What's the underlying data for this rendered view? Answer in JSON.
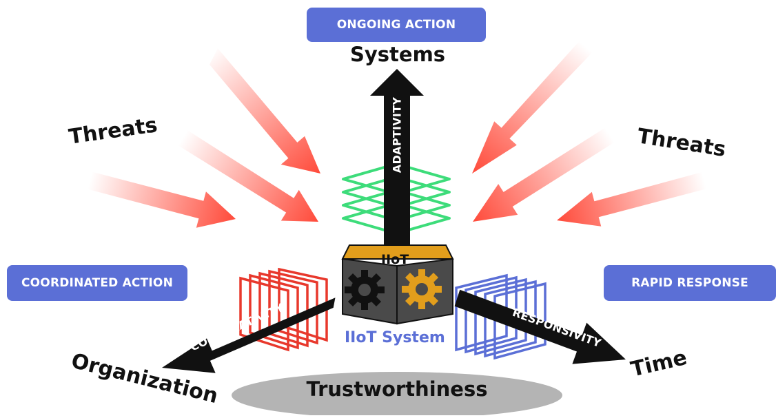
{
  "actions": {
    "top": "ONGOING ACTION",
    "left": "COORDINATED ACTION",
    "right": "RAPID RESPONSE"
  },
  "dimensions": {
    "systems": "Systems",
    "organization": "Organization",
    "time": "Time"
  },
  "arrows": {
    "up": "ADAPTIVITY",
    "left": "COOPERATIVITY",
    "right": "RESPONSIVITY"
  },
  "threats": {
    "left": "Threats",
    "right": "Threats"
  },
  "cube": {
    "top_label": "IIoT",
    "caption": "IIoT System"
  },
  "base": {
    "label": "Trustworthiness"
  },
  "colors": {
    "pill": "#5b6fd6",
    "threat_arrow": "#ff4a3a",
    "green_layers": "#3ddc7a",
    "red_frames": "#e8382c",
    "blue_frames": "#5b6fd6",
    "cube_top": "#e29e1c",
    "cube_side": "#4a4a4a",
    "base_ellipse": "#b4b4b4"
  }
}
